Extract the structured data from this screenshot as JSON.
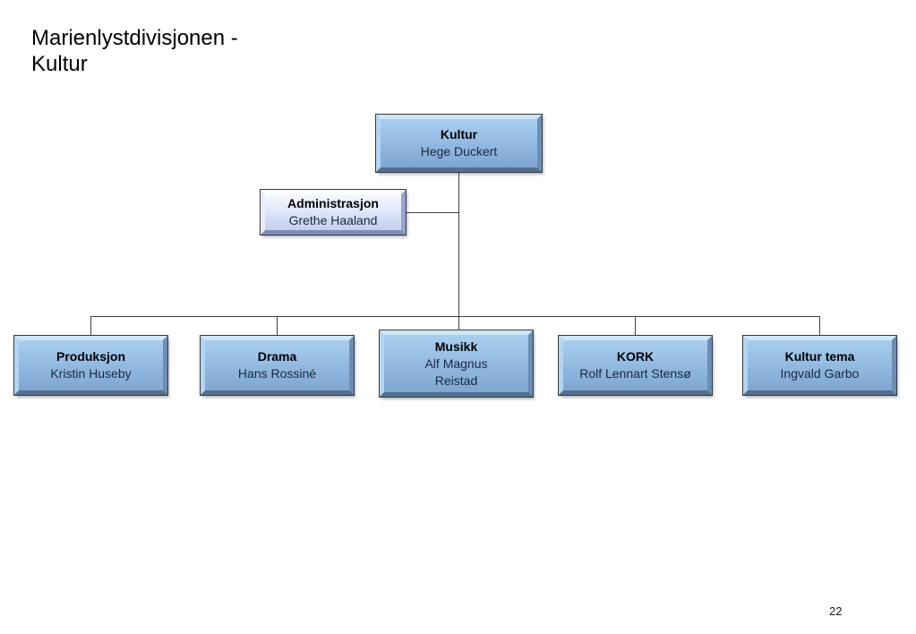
{
  "slide": {
    "title_line1": "Marienlystdivisjonen -",
    "title_line2": "Kultur",
    "page_number": "22"
  },
  "org_chart": {
    "root": {
      "title": "Kultur",
      "name": "Hege Duckert"
    },
    "assistant": {
      "title": "Administrasjon",
      "name": "Grethe Haaland"
    },
    "children": [
      {
        "title": "Produksjon",
        "name": "Kristin Huseby"
      },
      {
        "title": "Drama",
        "name": "Hans Rossiné"
      },
      {
        "title": "Musikk",
        "name": "Alf Magnus Reistad"
      },
      {
        "title": "KORK",
        "name": "Rolf Lennart Stensø"
      },
      {
        "title": "Kultur tema",
        "name": "Ingvald Garbo"
      }
    ],
    "colors": {
      "node_fill_top": "#a9cfef",
      "node_fill_bottom": "#7ea6d1",
      "assistant_fill_top": "#f6f9fe",
      "assistant_fill_bottom": "#c4cef0",
      "connector": "#404040",
      "background": "#ffffff"
    }
  }
}
